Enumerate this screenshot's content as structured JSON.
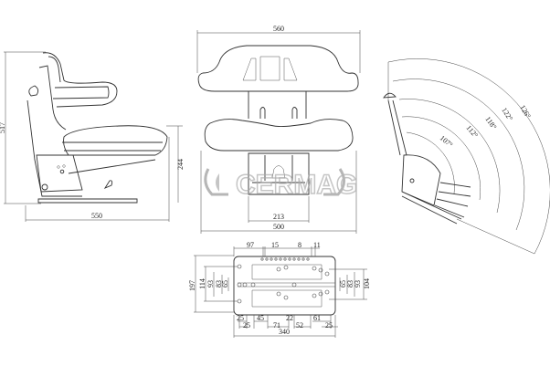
{
  "watermark": {
    "text": "CERMAG",
    "color": "#a8a8a8"
  },
  "side_view": {
    "height": "517",
    "depth": "550",
    "seat_height": "244"
  },
  "front_view": {
    "width_top": "560",
    "width_bottom": "500",
    "mechanism_width": "213"
  },
  "angle_view": {
    "angles": [
      "107°",
      "112°",
      "118°",
      "122°",
      "126°"
    ]
  },
  "base_plate": {
    "top": [
      "97",
      "15",
      "8",
      "11"
    ],
    "left": [
      "197",
      "114",
      "93",
      "83",
      "65"
    ],
    "right": [
      "65",
      "83",
      "93",
      "104"
    ],
    "bottom": [
      "25",
      "25",
      "45",
      "71",
      "22",
      "52",
      "61",
      "25"
    ],
    "overall": "340"
  }
}
